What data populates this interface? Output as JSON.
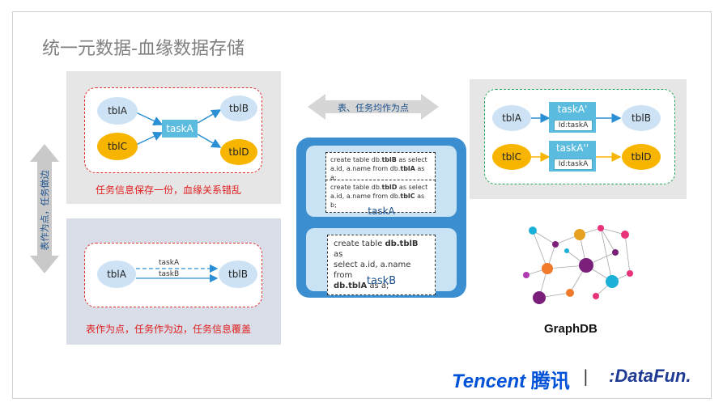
{
  "title": "统一元数据-血缘数据存储",
  "vertical_arrow_label": "表作为点，任务做边",
  "horizontal_arrow_label": "表、任务均作为点",
  "panel1": {
    "node_a": "tblA",
    "node_b": "tblB",
    "node_c": "tblC",
    "node_d": "tblD",
    "task": "taskA",
    "caption": "任务信息保存一份，血缘关系错乱"
  },
  "panel2": {
    "node_a": "tblA",
    "node_b": "tblB",
    "edge1": "taskA",
    "edge2": "taskB",
    "caption": "表作为点，任务作为边，任务信息覆盖"
  },
  "center": {
    "taskA_sql1": [
      "create table db.",
      "tblB",
      " as select",
      "a.id, a.name from db.",
      "tblA",
      " as a;"
    ],
    "taskA_sql2": [
      "create table db.",
      "tblD",
      " as select",
      "a.id, a.name from db.",
      "tblC",
      " as b;"
    ],
    "taskA_label": "taskA",
    "taskB_sql": [
      "create table ",
      "db.tblB",
      " as",
      "select a.id, a.name from",
      "db.tblA",
      " as a;"
    ],
    "taskB_label": "taskB"
  },
  "panel3": {
    "node_a": "tblA",
    "node_b": "tblB",
    "node_c": "tblC",
    "node_d": "tblD",
    "task1": "taskA'",
    "task1_id": "Id:taskA",
    "task2": "taskA''",
    "task2_id": "Id:taskA"
  },
  "graphdb_label": "GraphDB",
  "logo": {
    "tencent": "Tencent",
    "tencent_cn": "腾讯",
    "separator": "|",
    "datafun": ":DataFun."
  },
  "colors": {
    "accent_red": "#e03030",
    "accent_green": "#26a65b",
    "task_blue": "#5bbce0",
    "node_yellow": "#f7b500",
    "node_blue": "#cde3f5"
  }
}
